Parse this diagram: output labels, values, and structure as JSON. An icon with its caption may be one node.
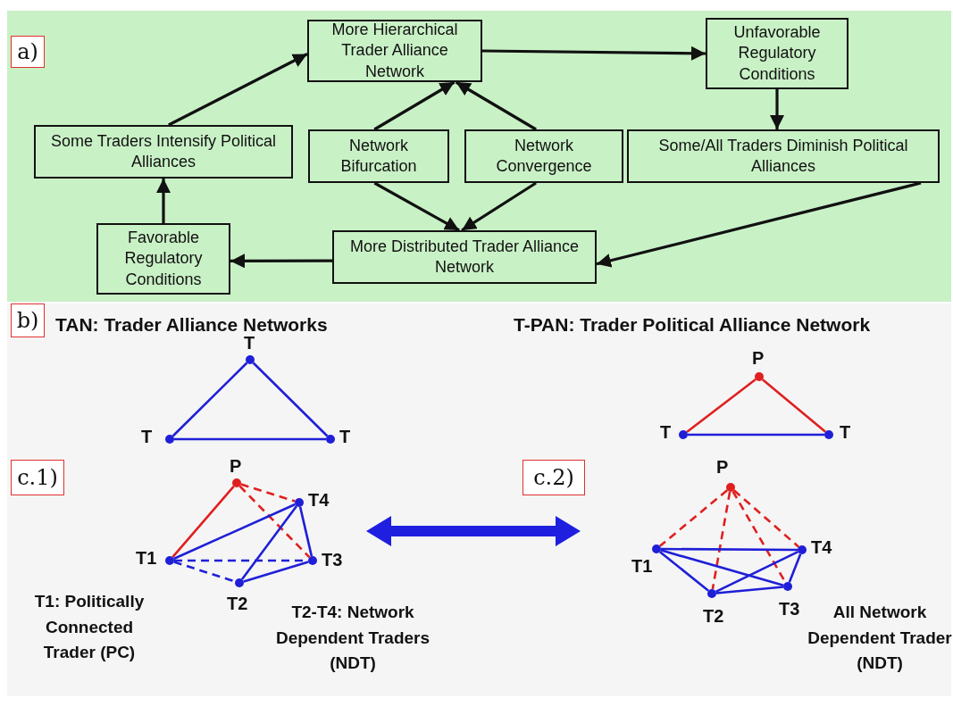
{
  "diagram": {
    "nodes": [
      {
        "text": [
          "a)"
        ]
      },
      {
        "text": [
          "More Hierarchical Trader Alliance Network"
        ]
      },
      {
        "text": [
          "Unfavorable Regulatory Conditions"
        ]
      },
      {
        "text": [
          "Some Traders Intensify Political Alliances"
        ]
      },
      {
        "text": [
          "Network Bifurcation"
        ]
      },
      {
        "text": [
          "Network Convergence"
        ]
      },
      {
        "text": [
          "Some/All Traders Diminish Political Alliances"
        ]
      },
      {
        "text": [
          "Favorable Regulatory Conditions"
        ]
      },
      {
        "text": [
          "More Distributed Trader Alliance Network"
        ]
      },
      {
        "text": [
          "b)"
        ]
      },
      {
        "text": [],
        "shape": "circle",
        "beside": [
          "T"
        ]
      },
      {
        "text": [],
        "shape": "circle",
        "beside": [
          "T"
        ]
      },
      {
        "text": [],
        "shape": "circle",
        "beside": [
          "T"
        ]
      },
      {
        "text": [],
        "shape": "circle",
        "beside": [
          "P"
        ]
      },
      {
        "text": [],
        "shape": "circle",
        "beside": [
          "T"
        ]
      },
      {
        "text": [],
        "shape": "circle",
        "beside": [
          "T"
        ]
      },
      {
        "text": [
          "c.1)"
        ]
      },
      {
        "text": [],
        "shape": "circle",
        "beside": [
          "P"
        ]
      },
      {
        "text": [],
        "shape": "circle",
        "beside": [
          "T4"
        ]
      },
      {
        "text": [],
        "shape": "circle",
        "beside": [
          "T1"
        ]
      },
      {
        "text": [],
        "shape": "circle",
        "beside": [
          "T3"
        ]
      },
      {
        "text": [],
        "shape": "circle",
        "beside": [
          "T2"
        ]
      },
      {
        "text": [
          "c.2)"
        ]
      },
      {
        "text": [],
        "shape": "circle",
        "beside": [
          "P"
        ]
      },
      {
        "text": [],
        "shape": "circle",
        "beside": [
          "T1"
        ]
      },
      {
        "text": [],
        "shape": "circle",
        "beside": [
          "T4"
        ]
      },
      {
        "text": [],
        "shape": "circle",
        "beside": [
          "T3"
        ]
      },
      {
        "text": [],
        "shape": "circle",
        "beside": [
          "T2"
        ]
      }
    ],
    "edges": [
      {
        "from": 3,
        "to": 1,
        "arrow": "to",
        "color": "#111111"
      },
      {
        "from": 1,
        "to": 2,
        "arrow": "to",
        "color": "#111111"
      },
      {
        "from": 2,
        "to": 6,
        "arrow": "to",
        "color": "#111111"
      },
      {
        "from": 6,
        "to": 8,
        "arrow": "to",
        "color": "#111111"
      },
      {
        "from": 4,
        "to": 1,
        "arrow": "to",
        "color": "#111111"
      },
      {
        "from": 5,
        "to": 1,
        "arrow": "to",
        "color": "#111111"
      },
      {
        "from": 4,
        "to": 8,
        "arrow": "to",
        "color": "#111111"
      },
      {
        "from": 5,
        "to": 8,
        "arrow": "to",
        "color": "#111111"
      },
      {
        "from": 8,
        "to": 7,
        "arrow": "to",
        "color": "#111111"
      },
      {
        "from": 7,
        "to": 3,
        "arrow": "to",
        "color": "#111111"
      },
      {
        "from": 10,
        "to": 11,
        "arrow": "none",
        "color": "#1f1fd8"
      },
      {
        "from": 10,
        "to": 12,
        "arrow": "none",
        "color": "#1f1fd8"
      },
      {
        "from": 11,
        "to": 12,
        "arrow": "none",
        "color": "#1f1fd8"
      },
      {
        "from": 13,
        "to": 14,
        "arrow": "none",
        "color": "#e01f1f"
      },
      {
        "from": 13,
        "to": 15,
        "arrow": "none",
        "color": "#e01f1f"
      },
      {
        "from": 14,
        "to": 15,
        "arrow": "none",
        "color": "#1f1fd8"
      },
      {
        "from": 17,
        "to": 19,
        "arrow": "none",
        "color": "#e01f1f"
      },
      {
        "from": 17,
        "to": 18,
        "arrow": "none",
        "style": "dashed",
        "color": "#e01f1f"
      },
      {
        "from": 17,
        "to": 20,
        "arrow": "none",
        "style": "dashed",
        "color": "#e01f1f"
      },
      {
        "from": 19,
        "to": 18,
        "arrow": "none",
        "color": "#1f1fd8"
      },
      {
        "from": 19,
        "to": 20,
        "arrow": "none",
        "style": "dashed",
        "color": "#1f1fd8"
      },
      {
        "from": 19,
        "to": 21,
        "arrow": "none",
        "style": "dashed",
        "color": "#1f1fd8"
      },
      {
        "from": 21,
        "to": 18,
        "arrow": "none",
        "color": "#1f1fd8"
      },
      {
        "from": 21,
        "to": 20,
        "arrow": "none",
        "color": "#1f1fd8"
      },
      {
        "from": 20,
        "to": 18,
        "arrow": "none",
        "color": "#1f1fd8"
      },
      {
        "from": 23,
        "to": 24,
        "arrow": "none",
        "style": "dashed",
        "color": "#e01f1f"
      },
      {
        "from": 23,
        "to": 27,
        "arrow": "none",
        "style": "dashed",
        "color": "#e01f1f"
      },
      {
        "from": 23,
        "to": 25,
        "arrow": "none",
        "style": "dashed",
        "color": "#e01f1f"
      },
      {
        "from": 23,
        "to": 26,
        "arrow": "none",
        "style": "dashed",
        "color": "#e01f1f"
      },
      {
        "from": 24,
        "to": 25,
        "arrow": "none",
        "color": "#1f1fd8"
      },
      {
        "from": 24,
        "to": 27,
        "arrow": "none",
        "color": "#1f1fd8"
      },
      {
        "from": 24,
        "to": 26,
        "arrow": "none",
        "color": "#1f1fd8"
      },
      {
        "from": 27,
        "to": 26,
        "arrow": "none",
        "color": "#1f1fd8"
      },
      {
        "from": 27,
        "to": 25,
        "arrow": "none",
        "color": "#1f1fd8"
      },
      {
        "from": 26,
        "to": 25,
        "arrow": "none",
        "color": "#1f1fd8"
      }
    ],
    "labels": [
      "TAN: Trader Alliance Networks",
      "T-PAN: Trader Political Alliance Network",
      "T1: Politically Connected Trader (PC)",
      "T2-T4: Network Dependent Traders (NDT)",
      "All Network Dependent Trader (NDT)"
    ]
  }
}
